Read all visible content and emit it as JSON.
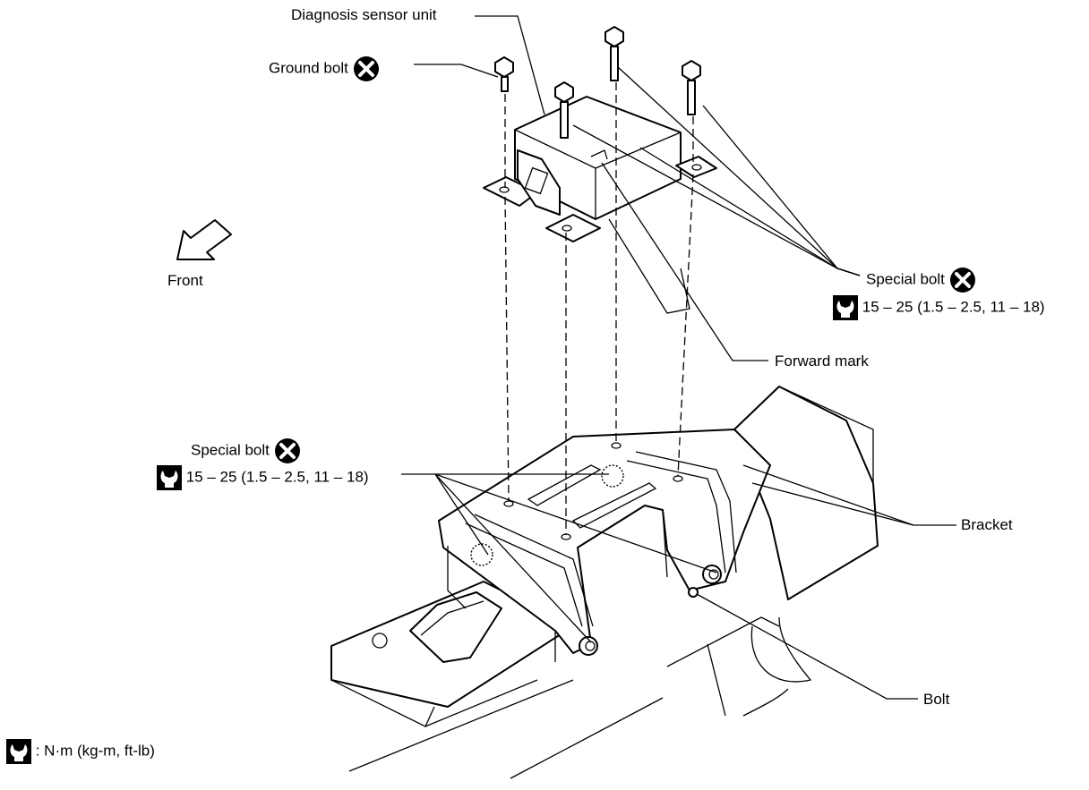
{
  "labels": {
    "diagnosis_sensor_unit": "Diagnosis sensor unit",
    "ground_bolt": "Ground bolt",
    "front": "Front",
    "special_bolt_right": "Special bolt",
    "torque_right": "15 – 25 (1.5 – 2.5, 11 – 18)",
    "forward_mark": "Forward mark",
    "special_bolt_left": "Special bolt",
    "torque_left": "15 – 25 (1.5 – 2.5, 11 – 18)",
    "bracket": "Bracket",
    "bolt": "Bolt",
    "unit_legend": ": N·m (kg-m, ft-lb)"
  },
  "icons": {
    "do_not_reuse": "circle-x-icon",
    "torque": "torque-wrench-icon"
  }
}
